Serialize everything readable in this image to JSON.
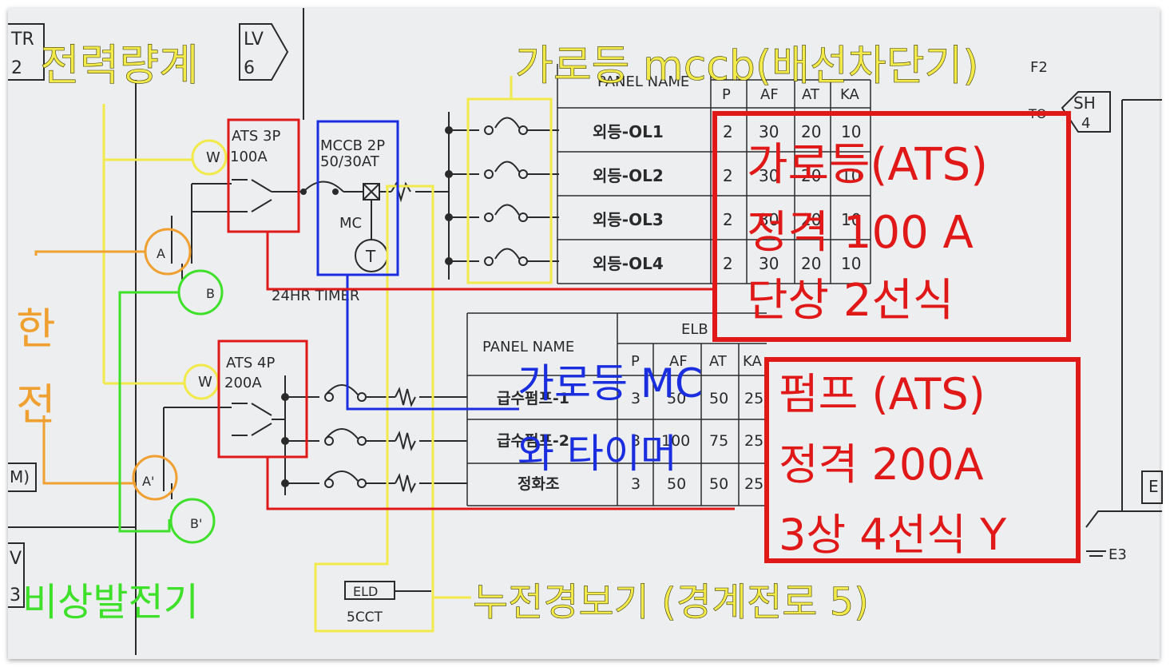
{
  "colors": {
    "paper": "#eceef0",
    "ink": "#2a2a2a",
    "yellow": "#f2e94a",
    "orange": "#f0a030",
    "green": "#3ee02a",
    "blue": "#1a2ee0",
    "red": "#e01818"
  },
  "schematic": {
    "corner_tr": "TR",
    "corner_tr_num": "2",
    "lv_top": "LV",
    "lv_top_num": "6",
    "sh": "SH",
    "sh_num": "4",
    "to_label": "TO",
    "f_label": "F2",
    "e_right": "E",
    "e3": "E3",
    "m_label": "M)",
    "v_left": "V",
    "v_left_num": "3",
    "meter_w1": "W",
    "meter_w2": "W",
    "meter_a": "A",
    "meter_b": "B",
    "meter_a2": "A'",
    "meter_b2": "B'",
    "ats1_line1": "ATS 3P",
    "ats1_line2": "100A",
    "ats2_line1": "ATS 4P",
    "ats2_line2": "200A",
    "mccb_line1": "MCCB 2P",
    "mccb_line2": "50/30AT",
    "mc_label": "MC",
    "timer_symbol": "T",
    "timer_label": "24HR TIMER",
    "eld": "ELD",
    "cct": "5CCT",
    "top_table": {
      "name_header": "PANEL NAME",
      "headers": [
        "P",
        "AF",
        "AT",
        "KA"
      ],
      "rows": [
        {
          "name": "외등-OL1",
          "p": "2",
          "af": "30",
          "at": "20",
          "ka": "10"
        },
        {
          "name": "외등-OL2",
          "p": "2",
          "af": "30",
          "at": "20",
          "ka": "10"
        },
        {
          "name": "외등-OL3",
          "p": "2",
          "af": "30",
          "at": "20",
          "ka": "10"
        },
        {
          "name": "외등-OL4",
          "p": "2",
          "af": "30",
          "at": "20",
          "ka": "10"
        }
      ]
    },
    "bottom_table": {
      "name_header": "PANEL NAME",
      "group_header": "ELB",
      "headers": [
        "P",
        "AF",
        "AT",
        "KA"
      ],
      "rows": [
        {
          "name": "급수펌프-1",
          "p": "3",
          "af": "50",
          "at": "50",
          "ka": "25"
        },
        {
          "name": "급수펌프-2",
          "p": "3",
          "af": "100",
          "at": "75",
          "ka": "25"
        },
        {
          "name": "정화조",
          "p": "3",
          "af": "50",
          "at": "50",
          "ka": "25"
        }
      ]
    }
  },
  "annotations": {
    "power_meter": "전력량계",
    "streetlight_mccb": "가로등 mccb(배선차단기)",
    "kepco_1": "한",
    "kepco_2": "전",
    "generator": "비상발전기",
    "leakage_alarm": "누전경보기 (경계전로 5)",
    "mc_timer_1": "가로등 MC",
    "mc_timer_2": "와 타이머",
    "ats1_1": "가로등(ATS)",
    "ats1_2": "정격 100 A",
    "ats1_3": "단상 2선식",
    "ats2_1": "펌프 (ATS)",
    "ats2_2": "정격 200A",
    "ats2_3": "3상 4선식 Y"
  }
}
